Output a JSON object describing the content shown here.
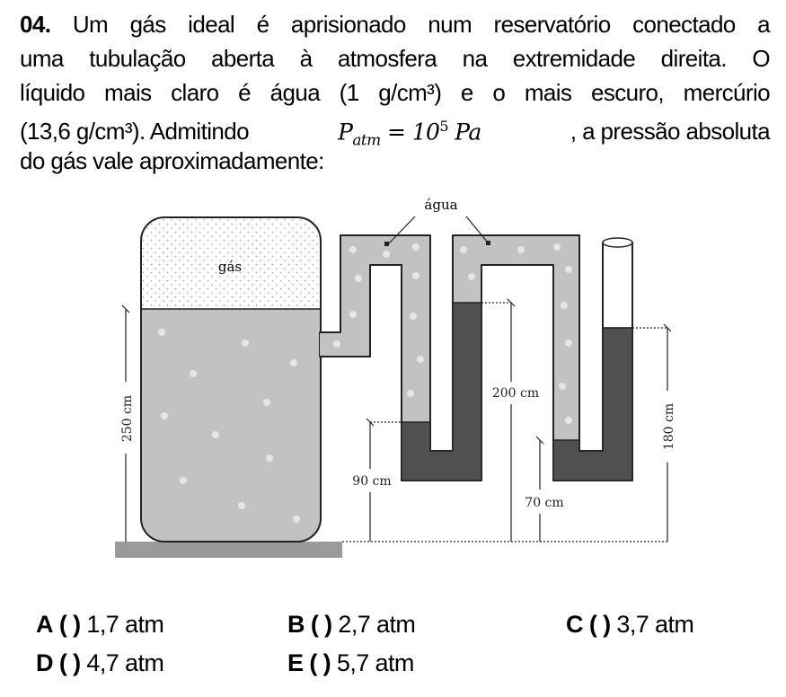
{
  "question": {
    "number": "04.",
    "lines": [
      "Um gás ideal é aprisionado num reservatório conectado a",
      "uma tubulação aberta à atmosfera na extremidade direita. O",
      "líquido mais claro é água (1 g/cm³) e o mais escuro, mercúrio",
      "(13,6 g/cm³). Admitindo",
      "do gás vale aproximadamente:"
    ],
    "math": {
      "P": "P",
      "sub": "atm",
      "eq": "= 10",
      "exp": "5",
      "unit": "Pa"
    },
    "line4_tail": ", a pressão absoluta"
  },
  "diagram": {
    "label_water": "água",
    "label_gas": "gás",
    "dim_250": "250 cm",
    "dim_90": "90 cm",
    "dim_200": "200 cm",
    "dim_70": "70 cm",
    "dim_180": "180 cm",
    "colors": {
      "water": "#c2c2c2",
      "mercury": "#505050",
      "base": "#9a9a9a"
    }
  },
  "options": [
    {
      "letter": "A",
      "paren": "( )",
      "text": "1,7 atm"
    },
    {
      "letter": "B",
      "paren": "( )",
      "text": "2,7 atm"
    },
    {
      "letter": "C",
      "paren": "( )",
      "text": "3,7 atm"
    },
    {
      "letter": "D",
      "paren": "( )",
      "text": "4,7 atm"
    },
    {
      "letter": "E",
      "paren": "( )",
      "text": "5,7 atm"
    }
  ]
}
